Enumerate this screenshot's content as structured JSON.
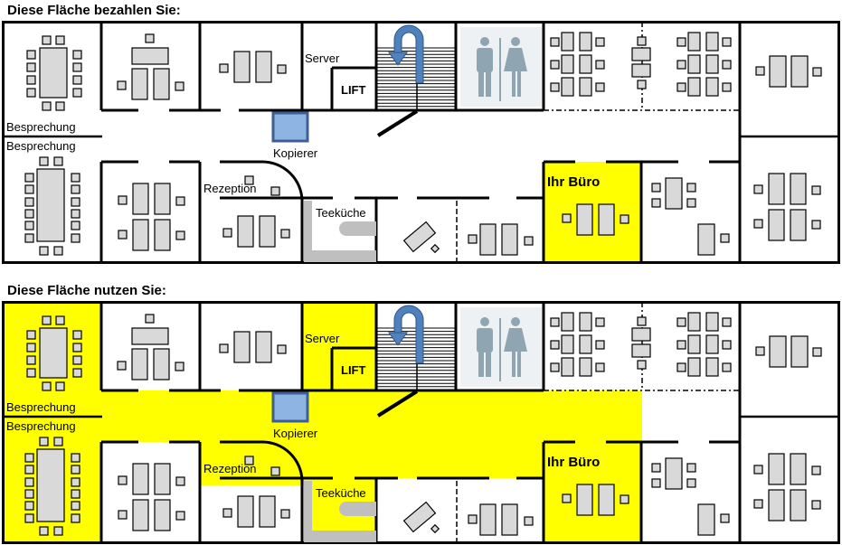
{
  "colors": {
    "highlight": "#ffff00",
    "wall": "#000000",
    "furniture_fill": "#d9d9d9",
    "copier_fill": "#8eb4e3",
    "copier_stroke": "#3e5f8f",
    "arrow_fill": "#4f81bd",
    "restroom_bg": "#edf1f4",
    "restroom_icon": "#8fa5b2",
    "kitchen_counter": "#bfbfbf"
  },
  "plans": [
    {
      "heading": "Diese Fläche bezahlen Sie:",
      "highlighted_areas": [
        "ihr-buero"
      ]
    },
    {
      "heading": "Diese Fläche nutzen Sie:",
      "highlighted_areas": [
        "besprechung-oben",
        "besprechung-unten",
        "server",
        "flur",
        "rezeption",
        "teekueche",
        "ihr-buero"
      ]
    }
  ],
  "labels": {
    "besprechung_top": "Besprechung",
    "besprechung_bottom": "Besprechung",
    "server": "Server",
    "lift": "LIFT",
    "kopierer": "Kopierer",
    "rezeption": "Rezeption",
    "teekueche": "Teeküche",
    "ihr_buero": "Ihr Büro"
  }
}
